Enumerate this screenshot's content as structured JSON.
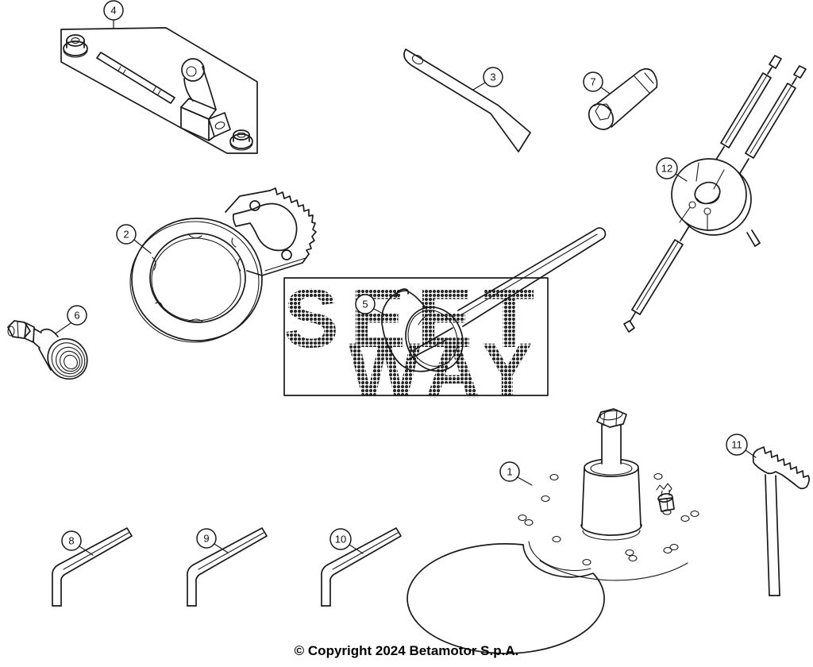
{
  "page": {
    "background": "#ffffff",
    "line_color": "#1a1a1a",
    "watermark_color": "#ababab"
  },
  "watermark": {
    "line1": "SEET",
    "line2": "WAY"
  },
  "callouts": {
    "c1": "1",
    "c2": "2",
    "c3": "3",
    "c4": "4",
    "c5": "5",
    "c6": "6",
    "c7": "7",
    "c8": "8",
    "c9": "9",
    "c10": "10",
    "c11": "11",
    "c12": "12"
  },
  "footer": {
    "copyright": "© Copyright 2024 Betamotor S.p.A."
  }
}
